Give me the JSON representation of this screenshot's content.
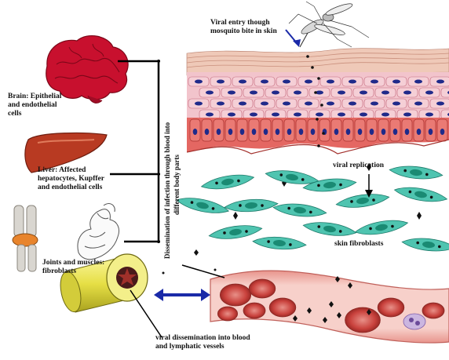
{
  "labels": {
    "brain": "Brain: Epithelial\nand endothelial\ncells",
    "liver": "Liver: Affected\nhepatocytes, Kupffer\nand endothelial cells",
    "joints": "Joints and muscles:\nfibroblasts",
    "viral_entry": "Viral entry though\nmosquito bite in skin",
    "viral_replication": "viral replication",
    "skin_fibroblasts": "skin fibroblasts",
    "blood_dissemination": "viral dissemination into blood\nand lymphatic vessels",
    "vertical_line1": "Dissemination of infection through blood into",
    "vertical_line2": "different body parts"
  },
  "colors": {
    "brain": "#c8102e",
    "liver": "#b83a22",
    "skin_top": "#e9b8a6",
    "skin_cells": "#d9768a",
    "skin_basal": "#e0524e",
    "fibroblast": "#4fc4b0",
    "vessel": "#f3b6b0",
    "rbc": "#c9423d",
    "tube": "#e6e04a",
    "arrow_blue": "#1a2aa8"
  },
  "icons": [
    "brain-icon",
    "liver-icon",
    "joint-icon",
    "arm-muscle-icon",
    "mosquito-icon",
    "blood-vessel-tube-icon"
  ]
}
